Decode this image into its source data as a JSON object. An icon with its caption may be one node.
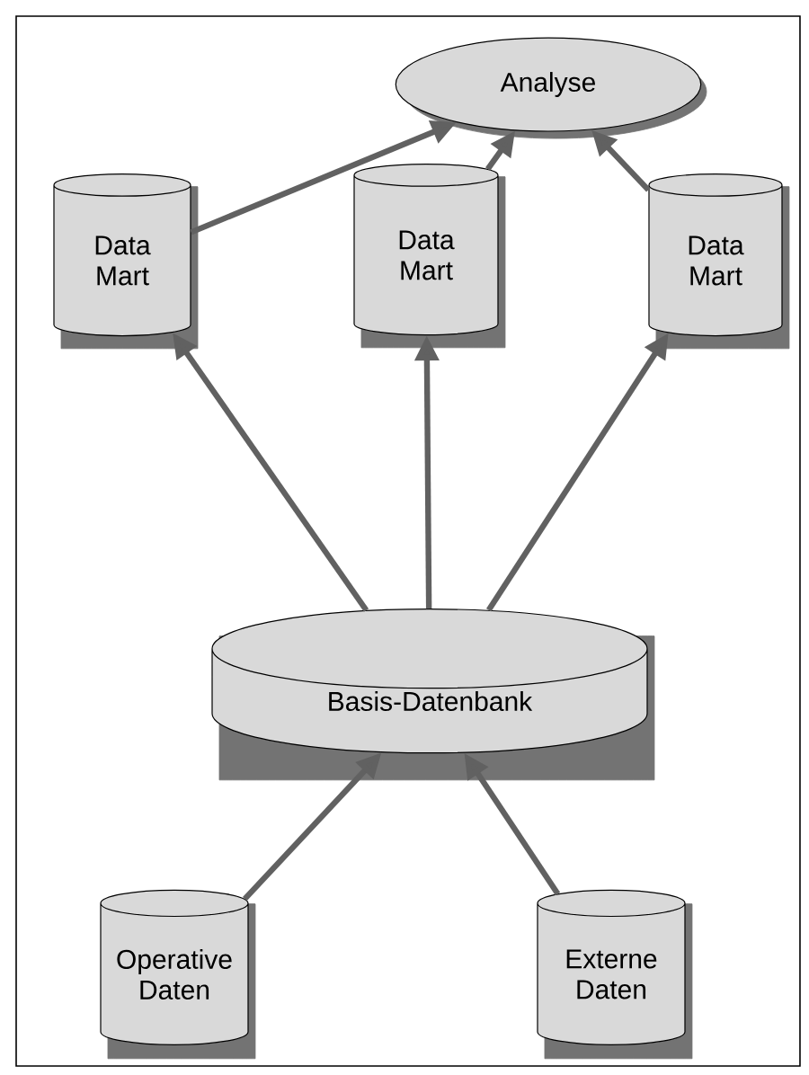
{
  "diagram": {
    "nodes": [
      {
        "text": [
          "Analyse"
        ]
      },
      {
        "text": [
          "Data Mart"
        ]
      },
      {
        "text": [
          "Data Mart"
        ]
      },
      {
        "text": [
          "Data Mart"
        ]
      },
      {
        "text": [
          "Basis-Datenbank"
        ]
      },
      {
        "text": [
          "Operative Daten"
        ]
      },
      {
        "text": [
          "Externe Daten"
        ]
      }
    ],
    "edges": [
      {
        "from": 1,
        "to": 0,
        "arrow": "to"
      },
      {
        "from": 2,
        "to": 0,
        "arrow": "to"
      },
      {
        "from": 3,
        "to": 0,
        "arrow": "to"
      },
      {
        "from": 4,
        "to": 1,
        "arrow": "to"
      },
      {
        "from": 4,
        "to": 2,
        "arrow": "to"
      },
      {
        "from": 4,
        "to": 3,
        "arrow": "to"
      },
      {
        "from": 5,
        "to": 4,
        "arrow": "to"
      },
      {
        "from": 6,
        "to": 4,
        "arrow": "to"
      }
    ]
  }
}
